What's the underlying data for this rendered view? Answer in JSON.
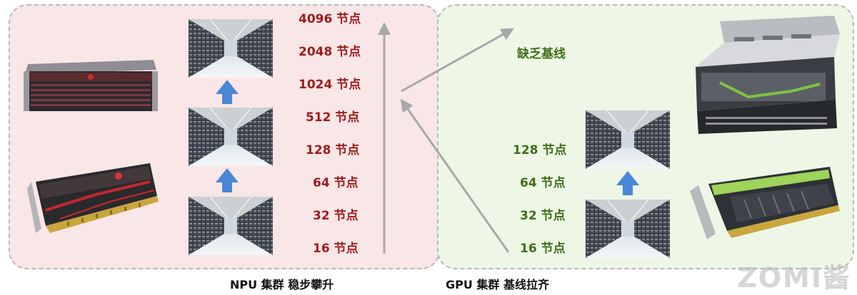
{
  "npu": {
    "nodes": [
      "4096 节点",
      "2048 节点",
      "1024 节点",
      "512 节点",
      "128 节点",
      "64 节点",
      "32 节点",
      "16 节点"
    ],
    "caption": "NPU 集群 稳步攀升",
    "color": "#9e1b1b"
  },
  "gpu": {
    "nodes": [
      "128 节点",
      "64 节点",
      "32 节点",
      "16 节点"
    ],
    "baseline": "缺乏基线",
    "caption": "GPU 集群 基线拉齐",
    "color": "#3d6f1a"
  },
  "watermark": "ZOMI酱",
  "colors": {
    "npu_bg": "#f9e6e7",
    "gpu_bg": "#eef6e6",
    "up_arrow": "#4a86d8",
    "trend_arrow": "#a8a8a8"
  },
  "icons": [
    "datacenter-aisle-icon",
    "npu-server-icon",
    "npu-card-icon",
    "gpu-server-icon",
    "gpu-card-icon"
  ]
}
